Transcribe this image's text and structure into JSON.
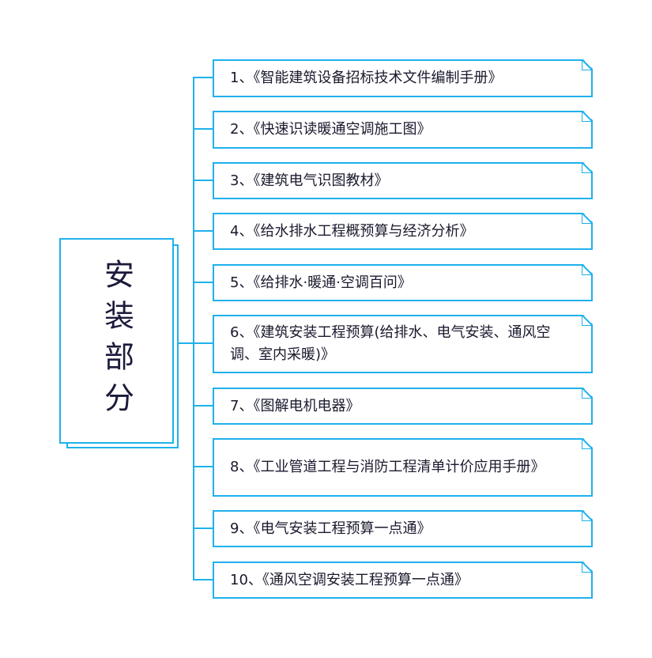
{
  "root": {
    "label": "安装部分"
  },
  "colors": {
    "border": "#1fb1ec",
    "text": "#1a1a2e"
  },
  "items": [
    {
      "label": "1、《智能建筑设备招标技术文件编制手册》"
    },
    {
      "label": "2、《快速识读暖通空调施工图》"
    },
    {
      "label": "3、《建筑电气识图教材》"
    },
    {
      "label": "4、《给水排水工程概预算与经济分析》"
    },
    {
      "label": "5、《给排水·暖通·空调百问》"
    },
    {
      "label": "6、《建筑安装工程预算(给排水、电气安装、通风空调、室内采暖)》"
    },
    {
      "label": "7、《图解电机电器》"
    },
    {
      "label": "8、《工业管道工程与消防工程清单计价应用手册》"
    },
    {
      "label": "9、《电气安装工程预算一点通》"
    },
    {
      "label": "10、《通风空调安装工程预算一点通》"
    }
  ]
}
